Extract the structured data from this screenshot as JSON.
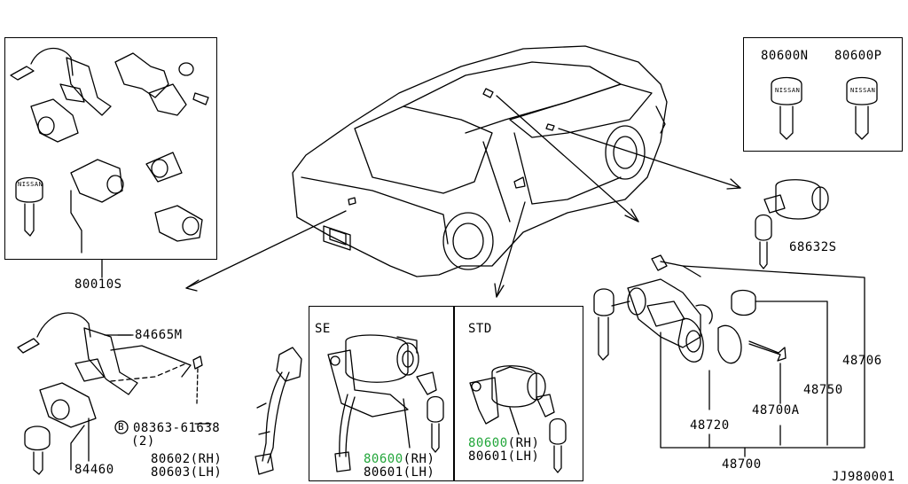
{
  "labels": {
    "p80010s": "80010S",
    "p84665m": "84665M",
    "p84460": "84460",
    "bolt_b": "B",
    "p08363": "08363-61638",
    "qty2": "(2)",
    "p80602": "80602(RH)",
    "p80603": "80603(LH)",
    "se": "SE",
    "std": "STD",
    "se_80600": "80600",
    "se_rh": "(RH)",
    "se_80601": "80601(LH)",
    "std_80600": "80600",
    "std_rh": "(RH)",
    "std_80601": "80601(LH)",
    "p80600n": "80600N",
    "p80600p": "80600P",
    "p68632s": "68632S",
    "p48706": "48706",
    "p48750": "48750",
    "p48720": "48720",
    "p48700a": "48700A",
    "p48700": "48700",
    "code": "JJ980001",
    "key_brand_1": "NISSAN",
    "key_brand_2": "NISSAN",
    "key_brand_3": "NISSAN"
  },
  "colors": {
    "line": "#000000",
    "highlight": "#22a63a",
    "background": "#ffffff"
  }
}
